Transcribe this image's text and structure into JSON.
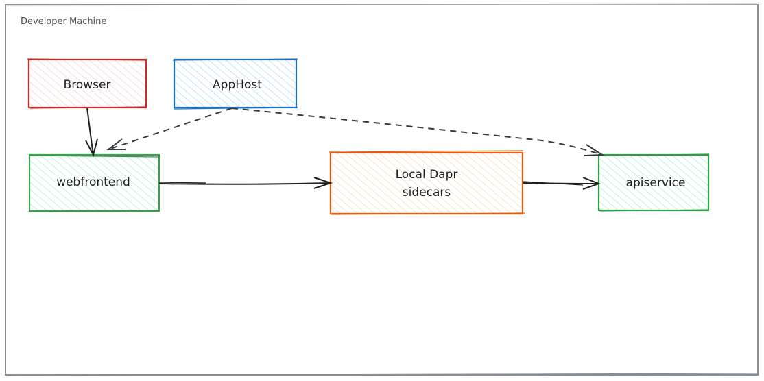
{
  "diagram": {
    "container": {
      "label": "Developer Machine",
      "stroke": "#868e96"
    },
    "nodes": [
      {
        "id": "browser",
        "label": "Browser",
        "stroke": "#c92a2a",
        "fill": "#ffc9c9"
      },
      {
        "id": "apphost",
        "label": "AppHost",
        "stroke": "#1971c2",
        "fill": "#a5d8ff"
      },
      {
        "id": "webfrontend",
        "label": "webfrontend",
        "stroke": "#2f9e44",
        "fill": "#96f2d7"
      },
      {
        "id": "dapr",
        "label_line1": "Local Dapr",
        "label_line2": "sidecars",
        "stroke": "#e8590c",
        "fill": "#ffd8a8"
      },
      {
        "id": "apiservice",
        "label": "apiservice",
        "stroke": "#2f9e44",
        "fill": "#96f2d7"
      }
    ],
    "edges": [
      {
        "from": "browser",
        "to": "webfrontend",
        "style": "solid"
      },
      {
        "from": "apphost",
        "to": "webfrontend",
        "style": "dashed"
      },
      {
        "from": "apphost",
        "to": "apiservice",
        "style": "dashed"
      },
      {
        "from": "webfrontend",
        "to": "dapr",
        "style": "solid"
      },
      {
        "from": "dapr",
        "to": "apiservice",
        "style": "solid"
      }
    ]
  }
}
